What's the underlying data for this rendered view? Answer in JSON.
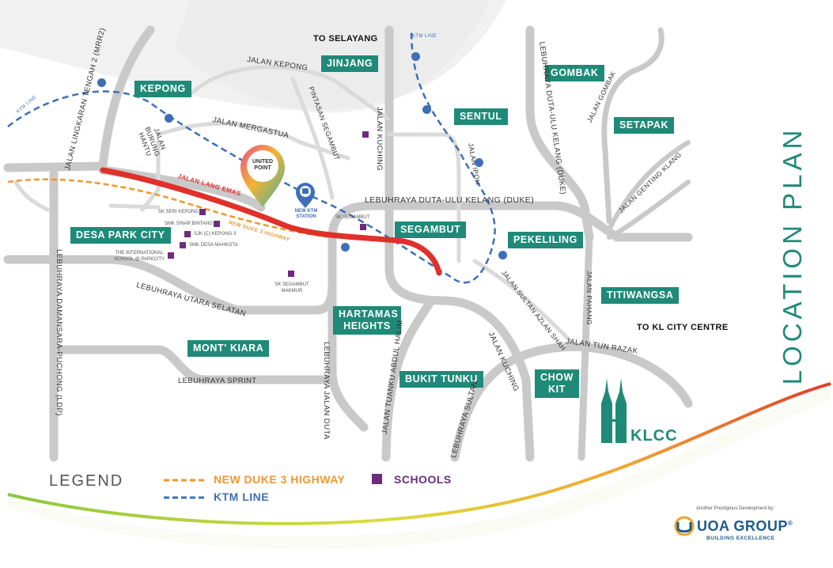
{
  "title": "LOCATION PLAN",
  "destinations": {
    "north": "TO SELAYANG",
    "south_east": "TO KL CITY CENTRE"
  },
  "areas": [
    "KEPONG",
    "JINJANG",
    "SENTUL",
    "GOMBAK",
    "SETAPAK",
    "DESA PARK CITY",
    "SEGAMBUT",
    "PEKELILING",
    "TITIWANGSA",
    "HARTAMAS HEIGHTS",
    "MONT' KIARA",
    "BUKIT TUNKU",
    "CHOW KIT"
  ],
  "roads": {
    "mrr2": "JALAN LINGKARAN TENGAH 2 (MRR2)",
    "kepong": "JALAN KEPONG",
    "mergastua": "JALAN MERGASTUA",
    "burung_hantu": "JALAN BURUNG HANTU",
    "pintasan": "PINTASAN SEGAMBUT",
    "kuching": "JALAN KUCHING",
    "ipoh": "JALAN IPOH",
    "duke_vertical": "LEBUHRAYA DUTA-ULU KELANG (DUKE)",
    "duke_horizontal": "LEBUHRAYA DUTA-ULU KELANG (DUKE)",
    "gombak": "JALAN GOMBAK",
    "genting": "JALAN GENTING KLANG",
    "lang_emas": "JALAN LANG EMAS",
    "duke3": "NEW DUKE 3 HIGHWAY",
    "ldp": "LEBUHRAYA DAMANSARA-PUCHONG (LDP)",
    "utara": "LEBUHRAYA UTARA SELATAN",
    "sprint": "LEBUHRAYA SPRINT",
    "jalan_duta": "LEBUHRAYA JALAN DUTA",
    "abdul_halim": "JALAN TUANKU ABDUL HALIM",
    "kuching_south": "JALAN KUCHING",
    "sultan": "LEBUHRAYA SULTAN",
    "azlan_shah": "JALAN SULTAN AZLAN SHAH",
    "pahang": "JALAN PAHANG",
    "tun_razak": "JALAN TUN RAZAK",
    "ktm_line_left": "KTM LINE",
    "ktm_line_top": "KTM LINE"
  },
  "schools": [
    "SK SERI KEPONG",
    "SMK SINAR BINTANG",
    "SJK (C) KEPONG 3",
    "SMK DESA MAHKOTA",
    "THE INTERNATIONAL SCHOOL @ PARKCITY",
    "SK SEGAMBUT",
    "SK SEGAMBUT MAKMUR"
  ],
  "landmarks": {
    "united_point": "UNITED POINT",
    "ktm_station": "NEW KTM STATION",
    "klcc": "KLCC"
  },
  "legend": {
    "title": "LEGEND",
    "duke3": "NEW DUKE 3 HIGHWAY",
    "ktm": "KTM LINE",
    "schools": "SCHOOLS"
  },
  "developer": {
    "tagline": "Another Prestigious Development by:",
    "name": "UOA GROUP",
    "mark": "®",
    "slogan": "BUILDING EXCELLENCE"
  },
  "colors": {
    "teal": "#1f8a78",
    "road": "#c9c9c9",
    "highway_red": "#e0302a",
    "duke3_orange": "#f0962e",
    "ktm_blue": "#3d6fb8",
    "school_purple": "#6e2b7e"
  }
}
